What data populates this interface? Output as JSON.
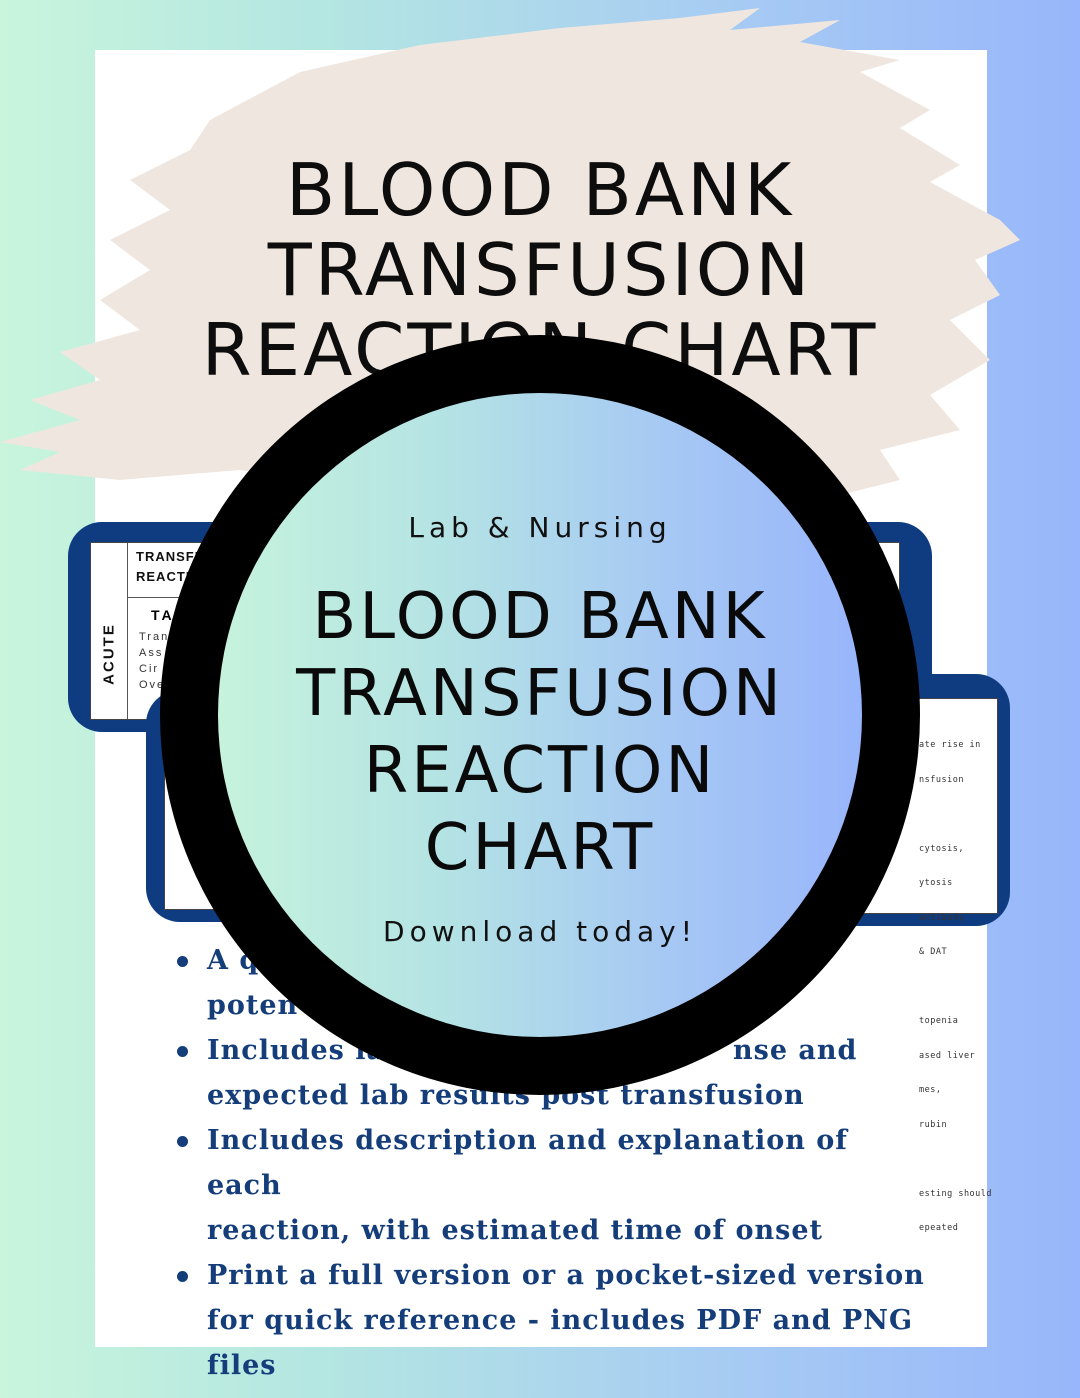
{
  "poster": {
    "title_lines": [
      "BLOOD BANK",
      "TRANSFUSION",
      "REACTION CHART"
    ]
  },
  "preview": {
    "header_lines": [
      "TRANSFU",
      "REACTIO"
    ],
    "side_label": "ACUTE",
    "cell_title": "TA",
    "cell_lines": [
      "Tran",
      "Ass",
      "Cir",
      "Ove"
    ],
    "right_snippet_lines": [
      "ate rise in",
      "nsfusion",
      "",
      "cytosis,",
      "ytosis",
      "antibody",
      "& DAT",
      "",
      "topenia",
      "ased liver",
      "mes,",
      "rubin",
      "",
      "esting should",
      "epeated"
    ]
  },
  "badge": {
    "subtitle": "Lab & Nursing",
    "title_lines": [
      "BLOOD BANK",
      "TRANSFUSION",
      "REACTION",
      "CHART"
    ],
    "cta": "Download today!"
  },
  "features": [
    {
      "line1": "A q",
      "line2": "poten"
    },
    {
      "line1": "Includes la",
      "line1_tail": "nse and",
      "line2": "expected lab results post transfusion"
    },
    {
      "line1": "Includes description and explanation of each",
      "line2": "reaction, with estimated time of onset"
    },
    {
      "line1": "Print a full version or a pocket-sized version",
      "line2": "for quick reference - includes PDF and PNG",
      "line3": "files"
    }
  ],
  "colors": {
    "accent_blue": "#143d7a",
    "card_navy": "#0f3c80",
    "brush": "#efe7df"
  }
}
